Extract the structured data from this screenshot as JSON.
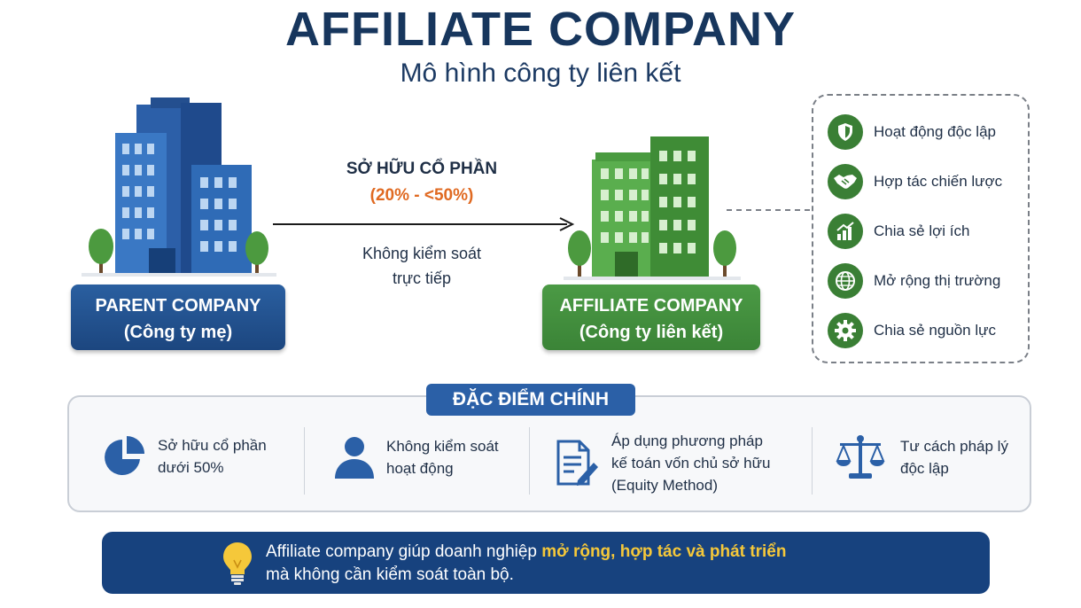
{
  "title": "AFFILIATE COMPANY",
  "subtitle": "Mô hình công ty liên kết",
  "parent": {
    "name": "PARENT COMPANY",
    "sub": "(Công ty mẹ)"
  },
  "affiliate": {
    "name": "AFFILIATE COMPANY",
    "sub": "(Công ty liên kết)"
  },
  "relation": {
    "label": "SỞ HỮU CỔ PHẦN",
    "range": "(20% - <50%)",
    "note_line1": "Không kiểm soát",
    "note_line2": "trực tiếp"
  },
  "benefits": [
    {
      "icon": "shield-icon",
      "label": "Hoạt động độc lập"
    },
    {
      "icon": "handshake-icon",
      "label": "Hợp tác chiến lược"
    },
    {
      "icon": "growth-chart-icon",
      "label": "Chia sẻ lợi ích"
    },
    {
      "icon": "globe-icon",
      "label": "Mở rộng thị trường"
    },
    {
      "icon": "gear-icon",
      "label": "Chia sẻ nguồn lực"
    }
  ],
  "features": {
    "header": "ĐẶC ĐIỂM CHÍNH",
    "items": [
      {
        "icon": "pie-chart-icon",
        "line1": "Sở hữu cổ phần",
        "line2": "dưới 50%",
        "line3": ""
      },
      {
        "icon": "person-icon",
        "line1": "Không kiểm soát",
        "line2": "hoạt động",
        "line3": ""
      },
      {
        "icon": "document-edit-icon",
        "line1": "Áp dụng phương pháp",
        "line2": "kế toán vốn chủ sở hữu",
        "line3": "(Equity Method)"
      },
      {
        "icon": "scales-icon",
        "line1": "Tư cách pháp lý",
        "line2": "độc lập",
        "line3": ""
      }
    ]
  },
  "banner": {
    "icon": "lightbulb-icon",
    "pre": "Affiliate company giúp doanh nghiệp ",
    "highlight": "mở rộng, hợp tác và phát triển",
    "line2": "mà không cần kiểm soát toàn bộ."
  },
  "colors": {
    "navy": "#17365d",
    "blue": "#2a5fa0",
    "green": "#3b8437",
    "orange": "#e06a22",
    "yellow": "#f5c83a"
  }
}
